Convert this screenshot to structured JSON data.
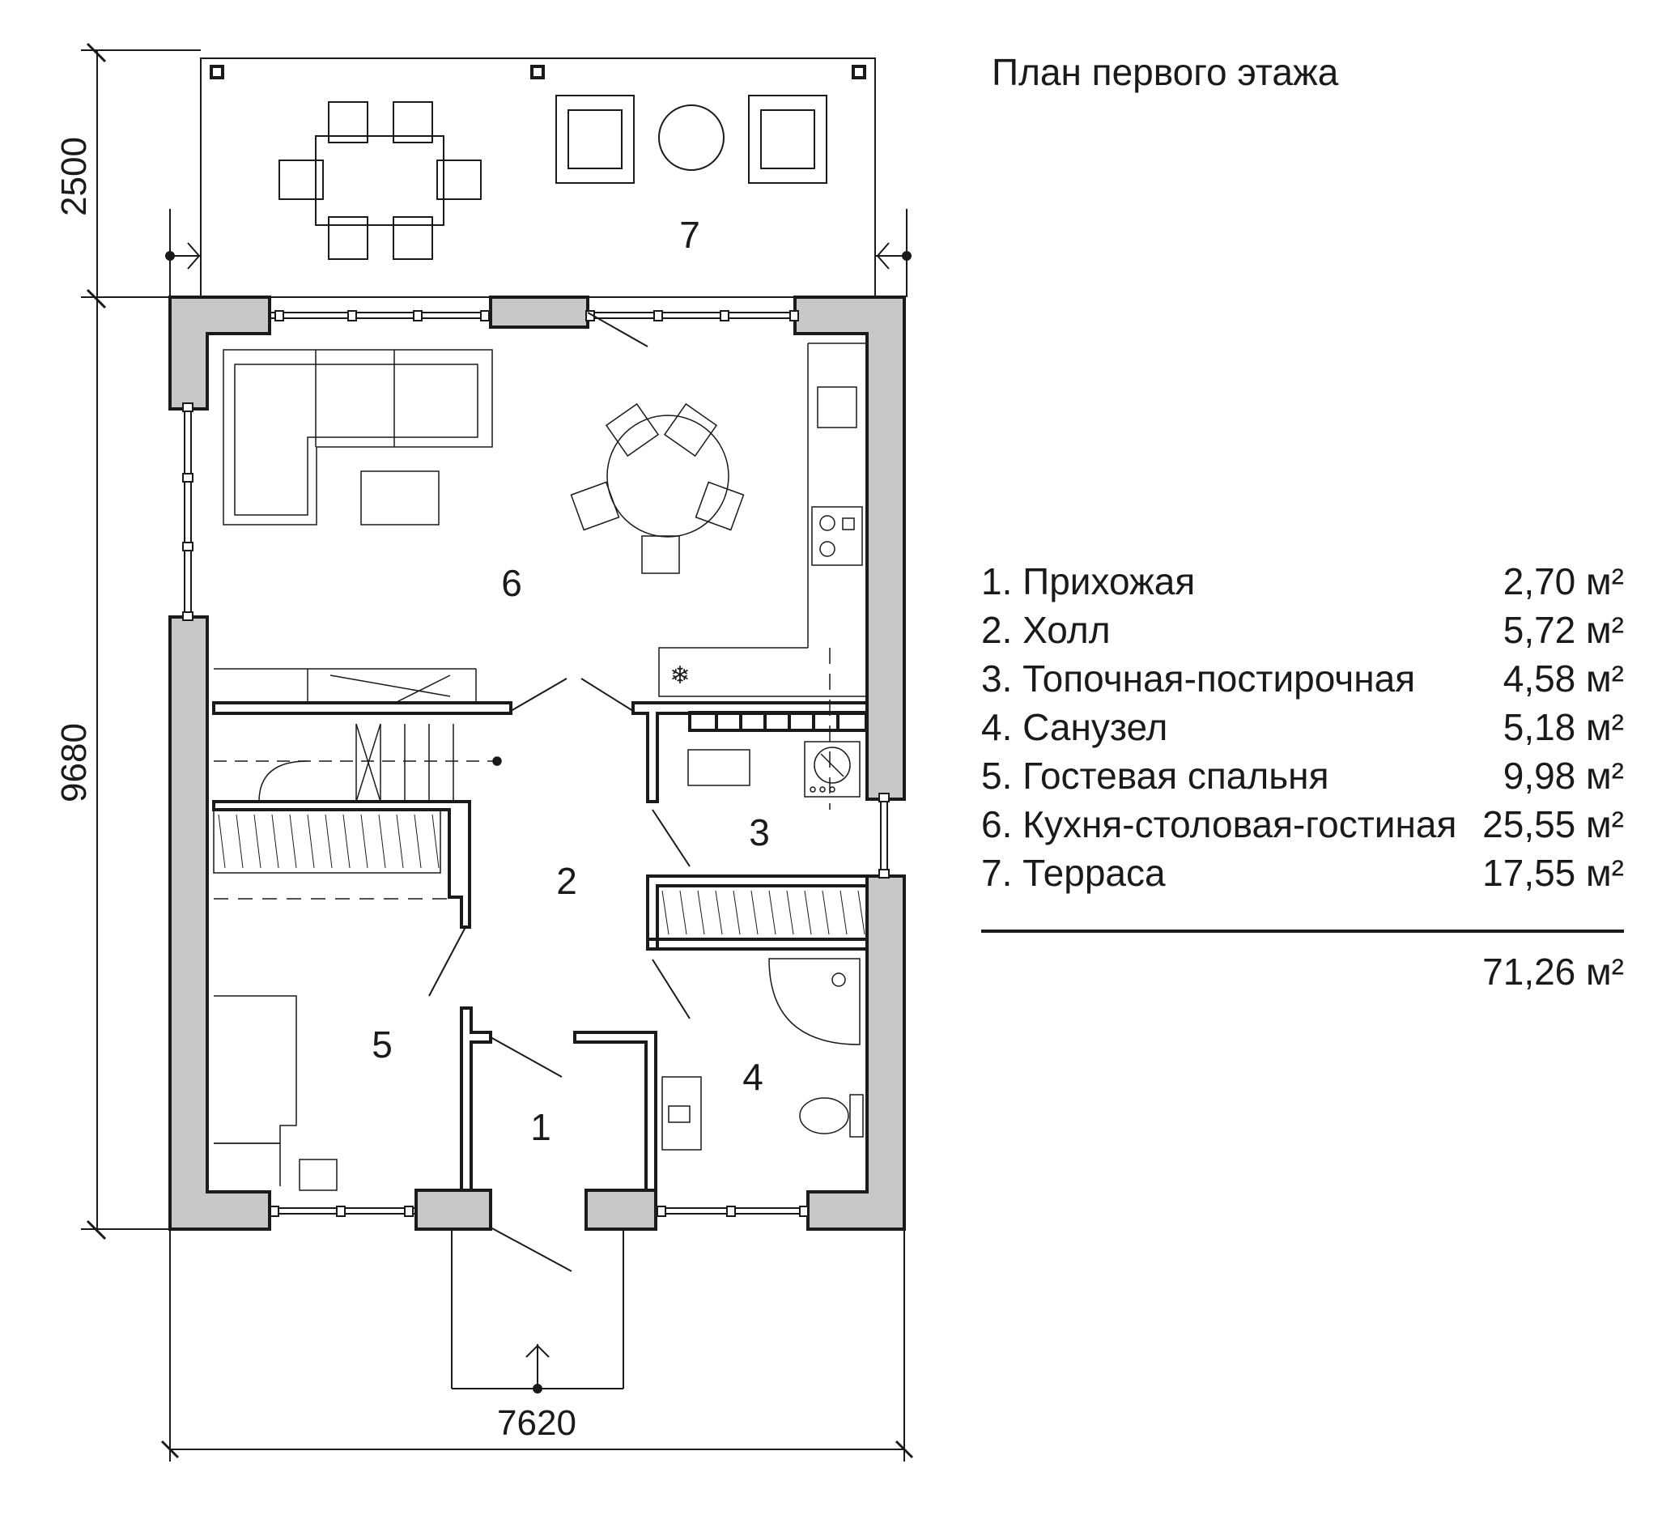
{
  "title": "План первого этажа",
  "dimensions": {
    "terrace_depth": "2500",
    "house_depth": "9680",
    "house_width": "7620"
  },
  "room_labels": {
    "r1": "1",
    "r2": "2",
    "r3": "3",
    "r4": "4",
    "r5": "5",
    "r6": "6",
    "r7": "7"
  },
  "legend": [
    {
      "name": "1. Прихожая",
      "area": "2,70 м²"
    },
    {
      "name": "2. Холл",
      "area": "5,72 м²"
    },
    {
      "name": "3. Топочная-постирочная",
      "area": "4,58 м²"
    },
    {
      "name": "4. Санузел",
      "area": "5,18 м²"
    },
    {
      "name": "5. Гостевая спальня",
      "area": "9,98 м²"
    },
    {
      "name": "6. Кухня-столовая-гостиная",
      "area": "25,55 м²"
    },
    {
      "name": "7. Терраса",
      "area": "17,55 м²"
    }
  ],
  "total_area": "71,26 м²",
  "colors": {
    "wall_fill": "#c8c8c8",
    "line": "#1a1a1a"
  }
}
